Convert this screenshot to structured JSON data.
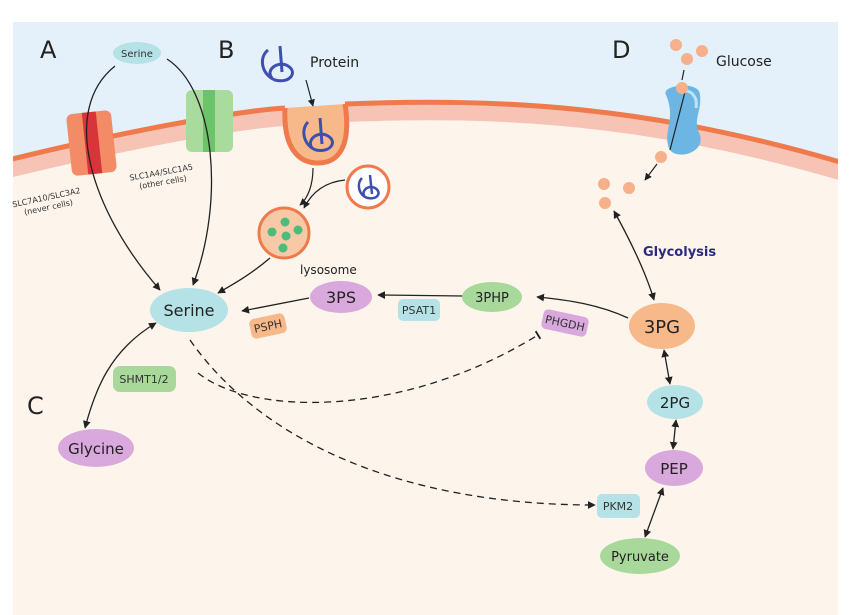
{
  "panels": {
    "a": "A",
    "b": "B",
    "c": "C",
    "d": "D"
  },
  "extracellular": {
    "serine": "Serine",
    "protein": "Protein",
    "glucose": "Glucose"
  },
  "transporters": {
    "slc7a10": "SLC7A10/SLC3A2",
    "slc7a10_note": "(never cells)",
    "slc1a4": "SLC1A4/SLC1A5",
    "slc1a4_note": "(other cells)"
  },
  "organelles": {
    "lysosome": "lysosome"
  },
  "metabolites": {
    "serine": "Serine",
    "ps3": "3PS",
    "php3": "3PHP",
    "pg3": "3PG",
    "pg2": "2PG",
    "pep": "PEP",
    "pyruvate": "Pyruvate",
    "glycine": "Glycine"
  },
  "enzymes": {
    "psph": "PSPH",
    "psat1": "PSAT1",
    "phgdh": "PHGDH",
    "shmt": "SHMT1/2",
    "pkm2": "PKM2"
  },
  "pathway": {
    "glycolysis": "Glycolysis"
  },
  "colors": {
    "extracellular": "#e4f1fa",
    "cytoplasm": "#fdf4ec",
    "membrane": "#ef7a4b",
    "membrane_inner": "#f6c3b5",
    "cyan": "#b5e2e6",
    "purple": "#d9a8dc",
    "green": "#a9d99a",
    "orange": "#f7b98a",
    "glycolysis_text": "#2b2a7e",
    "protein": "#3f4fb0"
  }
}
